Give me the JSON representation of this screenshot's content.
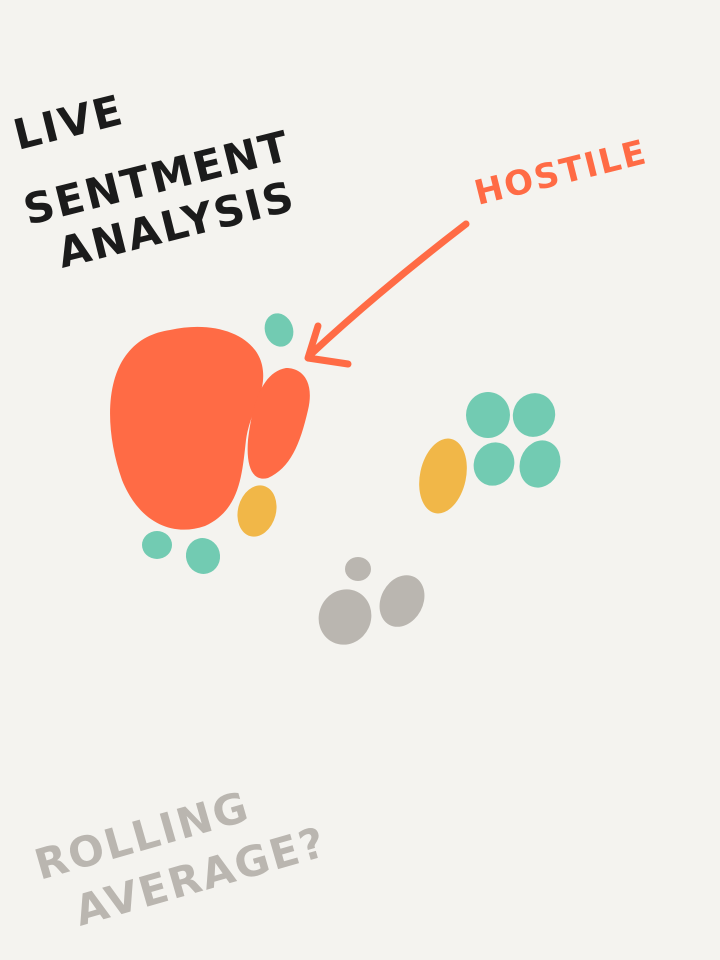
{
  "title": {
    "lines": [
      "Live",
      "Sentment",
      "Analysis"
    ]
  },
  "annotation": {
    "label": "Hostile"
  },
  "footer_note": {
    "lines": [
      "Rolling",
      "Average?"
    ]
  },
  "colors": {
    "ink": "#1b1b1b",
    "hostile": "#ff6b45",
    "positive": "#72cbb2",
    "neutral_warm": "#f1b748",
    "neutral_gray": "#bab6b0",
    "background": "#f4f3ef"
  }
}
